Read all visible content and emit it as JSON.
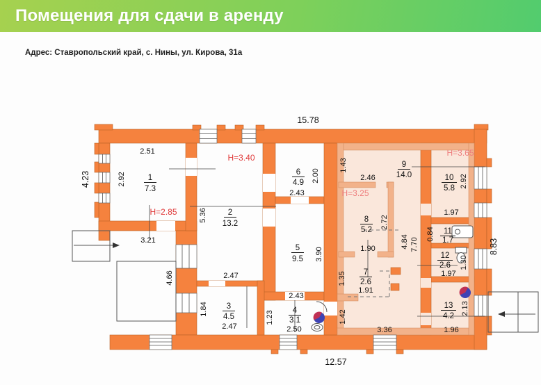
{
  "header": {
    "title": "Помещения для сдачи в аренду"
  },
  "address": {
    "label": "Адрес: Ставропольский край,  с. Нины, ул. Кирова, 31а"
  },
  "plan": {
    "overall": {
      "width_top": "15.78",
      "width_bottom": "12.57",
      "height_left": "4.23",
      "height_right": "8.83"
    },
    "heights": {
      "room2": "H=3.40",
      "room1": "H=2.85",
      "room10": "H=3.65",
      "room8": "H=3.25"
    },
    "corridor": {
      "dim_a": "4.84",
      "dim_b": "7.70"
    },
    "rooms": [
      {
        "num": "1",
        "area": "7.3",
        "dim_top": "2.51",
        "dim_left": "2.92",
        "dim_below": "3.21"
      },
      {
        "num": "2",
        "area": "13.2",
        "dim_left": "5.36",
        "dim_bottom": "2.47"
      },
      {
        "num": "3",
        "area": "4.5",
        "dim_bottom": "2.47",
        "dim_left": "1.84",
        "dim_outer_left": "4.66"
      },
      {
        "num": "4",
        "area": "3.1",
        "dim_width": "2.50",
        "dim_left": "1.23",
        "dim_top": "2.43"
      },
      {
        "num": "5",
        "area": "9.5",
        "dim_right": "3.90"
      },
      {
        "num": "6",
        "area": "4.9",
        "dim_right": "2.00",
        "dim_bottom": "2.43"
      },
      {
        "num": "7",
        "area": "2.6",
        "dim_width": "1.91",
        "dim_left": "1.35",
        "dim_top": "1.90",
        "dim_lower_left": "1.42",
        "dim_bottom": "3.36"
      },
      {
        "num": "8",
        "area": "5.2",
        "dim_right": "2.72",
        "dim_top": "2.46"
      },
      {
        "num": "9",
        "area": "14.0",
        "dim_left": "1.43"
      },
      {
        "num": "10",
        "area": "5.8",
        "dim_right": "2.92",
        "dim_bottom": "1.97"
      },
      {
        "num": "11",
        "area": "1.7",
        "dim_left": "0.84"
      },
      {
        "num": "12",
        "area": "2.6",
        "dim_bottom": "1.97",
        "dim_right": "1.30"
      },
      {
        "num": "13",
        "area": "4.2",
        "dim_right": "2.13",
        "dim_bottom": "1.96"
      }
    ],
    "icons": {
      "entrance_arrow_left": "→",
      "entrance_arrow_right": "←",
      "bathtub": "bathtub-shape",
      "toilet": "toilet-shape",
      "sink": "sink-shape",
      "marker": "two-tone-circle"
    },
    "colors": {
      "wall": "#F5823E",
      "highlight_room_fill": "#FAE7DB",
      "highlight_wall": "#F2B28A",
      "header_gradient_start": "#A6D14F",
      "header_gradient_end": "#52CC6E",
      "height_label_red": "#E03A3A",
      "height_label_pink": "#EE7E7E"
    }
  }
}
